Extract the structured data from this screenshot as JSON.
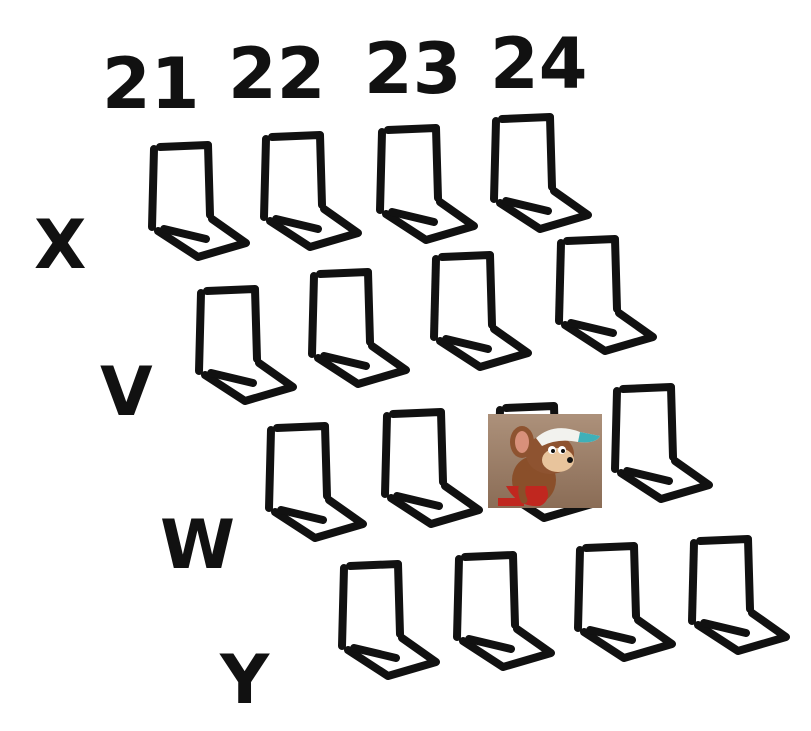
{
  "columns": [
    "21",
    "22",
    "23",
    "24"
  ],
  "rows": [
    {
      "label": "X",
      "seats": 4
    },
    {
      "label": "V",
      "seats": 4
    },
    {
      "label": "W",
      "seats": 4
    },
    {
      "label": "Y",
      "seats": 4
    }
  ],
  "occupied_seat": {
    "row": "W",
    "column": "23",
    "occupant": "cartoon-mouse"
  },
  "colors": {
    "ink": "#111111",
    "background": "#ffffff"
  }
}
